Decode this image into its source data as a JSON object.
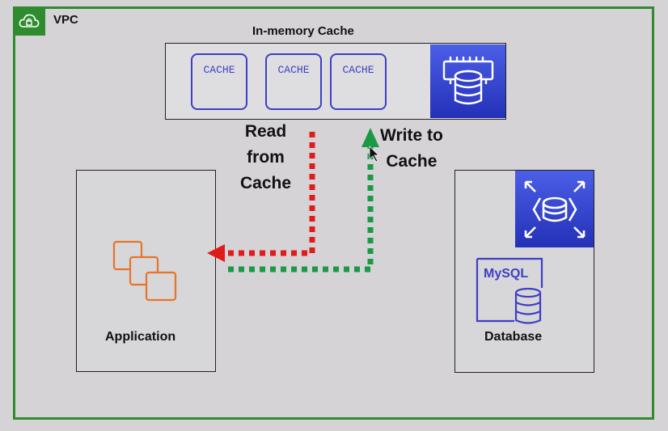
{
  "vpc": {
    "label": "VPC",
    "icon": "cloud-lock-icon",
    "border_color": "#2e8b2e"
  },
  "cache_cluster": {
    "title": "In-memory Cache",
    "nodes": [
      {
        "label": "CACHE"
      },
      {
        "label": "CACHE"
      },
      {
        "label": "CACHE"
      }
    ],
    "service_icon": "elasticache-icon",
    "node_color": "#3d3fc4"
  },
  "application": {
    "label": "Application",
    "icon": "ec2-instances-icon",
    "icon_color": "#e8732a"
  },
  "database": {
    "label": "Database",
    "engine_label": "MySQL",
    "service_icon": "rds-icon",
    "engine_icon": "mysql-database-icon"
  },
  "arrows": {
    "read": {
      "label_lines": [
        "Read",
        "from",
        "Cache"
      ],
      "color": "#e01b1b"
    },
    "write": {
      "label_lines": [
        "Write to",
        "Cache"
      ],
      "color": "#1a9a45"
    }
  },
  "colors": {
    "aws_service_blue": "#2f3ad0"
  }
}
